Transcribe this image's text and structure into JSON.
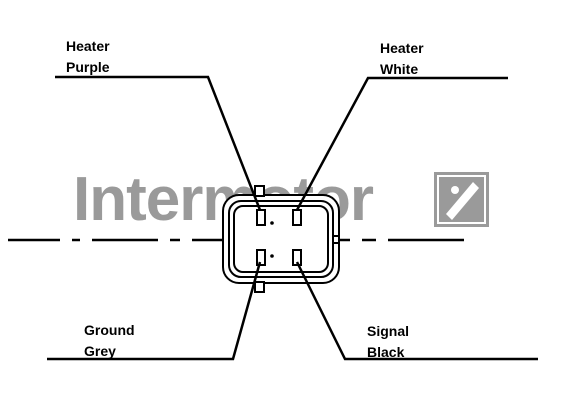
{
  "watermark": {
    "brand_text": "Intermotor",
    "logo_icon": "intermotor-logo-icon",
    "color": "#9a9a9a"
  },
  "pins": {
    "heater_purple": {
      "line1": "Heater",
      "line2": "Purple"
    },
    "heater_white": {
      "line1": "Heater",
      "line2": "White"
    },
    "ground_grey": {
      "line1": "Ground",
      "line2": "Grey"
    },
    "signal_black": {
      "line1": "Signal",
      "line2": "Black"
    }
  },
  "colors": {
    "line": "#000000",
    "background": "#ffffff"
  }
}
